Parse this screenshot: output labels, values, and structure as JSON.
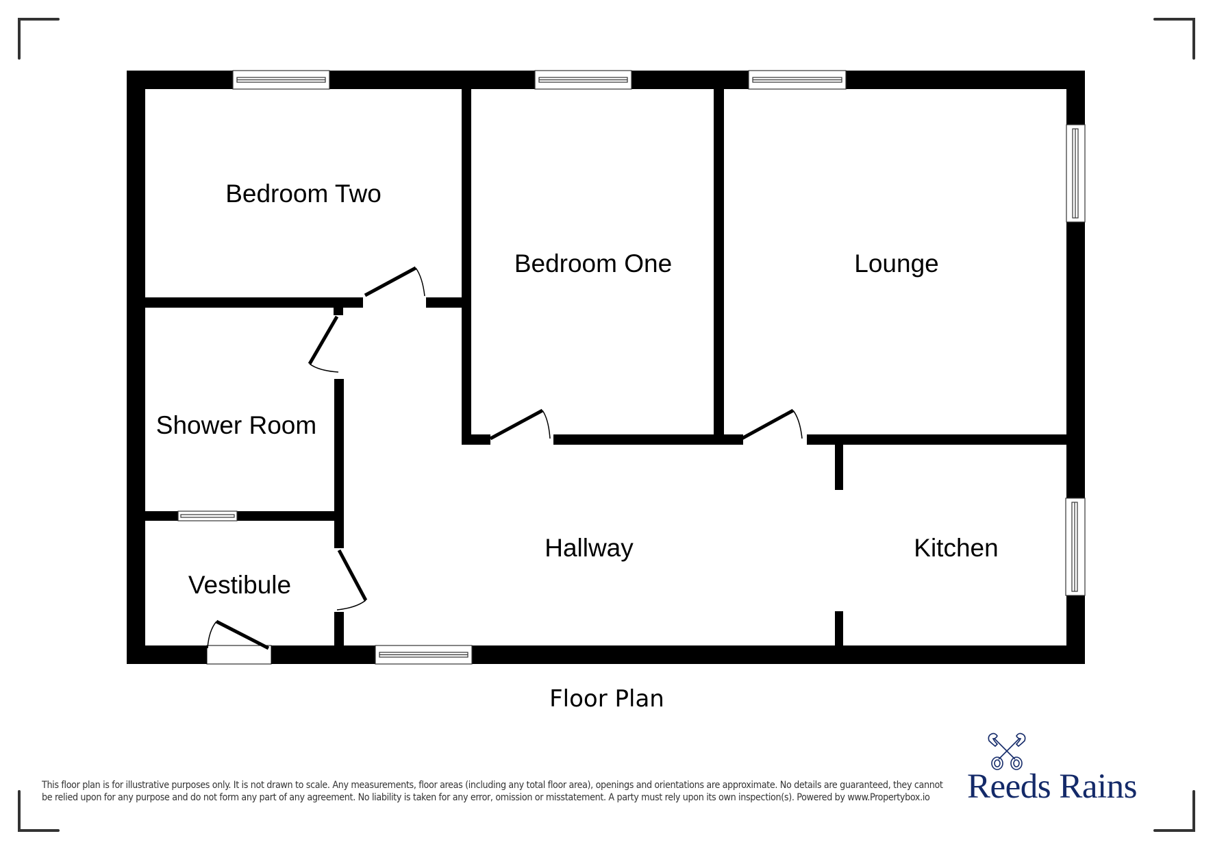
{
  "plan": {
    "title": "Floor Plan",
    "rooms": [
      {
        "id": "bedroom-two",
        "label": "Bedroom Two"
      },
      {
        "id": "bedroom-one",
        "label": "Bedroom One"
      },
      {
        "id": "lounge",
        "label": "Lounge"
      },
      {
        "id": "shower-room",
        "label": "Shower Room"
      },
      {
        "id": "vestibule",
        "label": "Vestibule"
      },
      {
        "id": "hallway",
        "label": "Hallway"
      },
      {
        "id": "kitchen",
        "label": "Kitchen"
      }
    ]
  },
  "footer": {
    "disclaimer": "This floor plan is for illustrative purposes only. It is not drawn to scale. Any measurements, floor areas (including any total floor area), openings and orientations are approximate. No details are guaranteed, they cannot be relied upon for any purpose and do not form any part of any agreement. No liability is taken for any error, omission or misstatement. A party must rely upon its own inspection(s). Powered by www.Propertybox.io",
    "brand_name": "Reeds Rains",
    "brand_icon": "crossed-keys-icon"
  },
  "colors": {
    "wall": "#000000",
    "corner_marks": "#333333",
    "brand": "#142a69",
    "disclaimer_text": "#333333"
  }
}
